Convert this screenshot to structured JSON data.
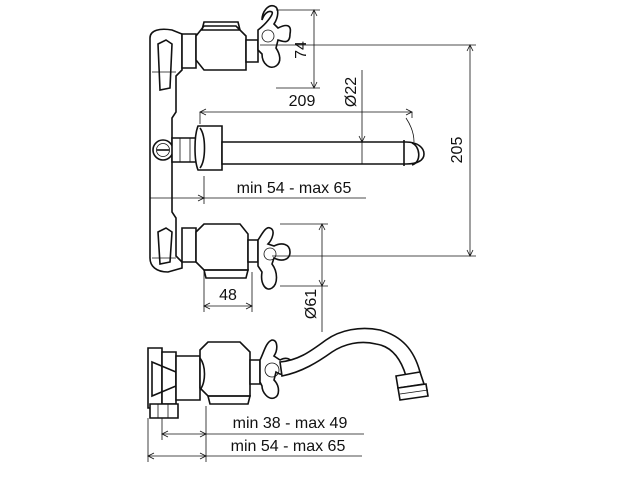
{
  "dimensions": {
    "handle_height": "74",
    "spout_diameter": "Ø22",
    "spout_length": "209",
    "total_height": "205",
    "wall_depth_top": "min 54 - max 65",
    "body_depth": "48",
    "handle_diameter": "Ø61",
    "wall_depth_side_a": "min 38 - max 49",
    "wall_depth_side_b": "min 54 - max 65"
  }
}
